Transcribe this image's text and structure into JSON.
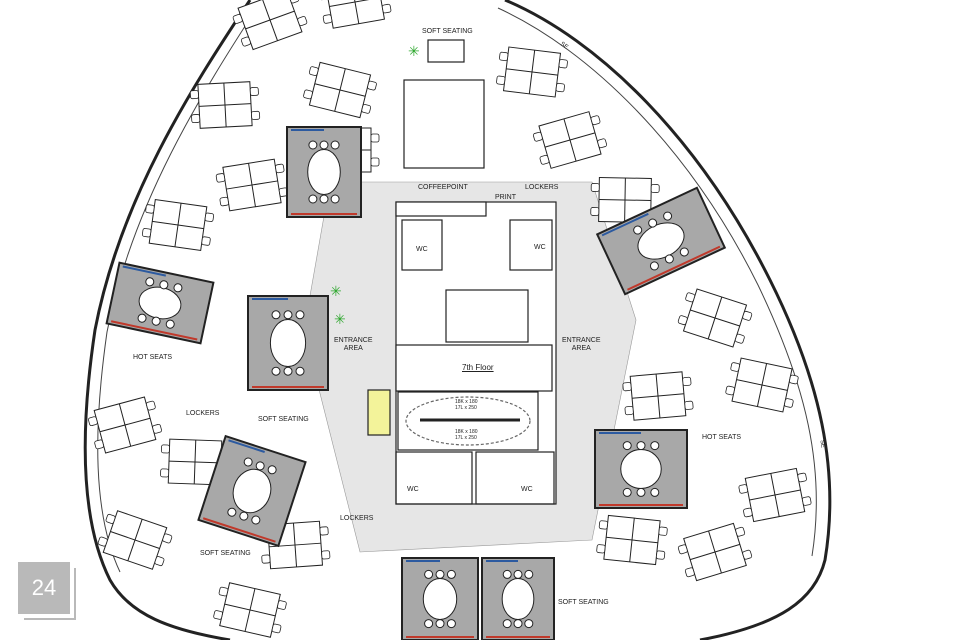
{
  "plan": {
    "floor_label": "7th Floor",
    "page_number": "24",
    "labels": {
      "soft_seating_top": "SOFT SEATING",
      "coffeepoint": "COFFEEPOINT",
      "print": "PRINT",
      "lockers_top_right": "LOCKERS",
      "wc_top_left": "WC",
      "wc_top_right": "WC",
      "entrance_left": "ENTRANCE\nAREA",
      "entrance_right": "ENTRANCE\nAREA",
      "hot_seats_left": "HOT SEATS",
      "hot_seats_right": "HOT SEATS",
      "lockers_left": "LOCKERS",
      "soft_seating_left": "SOFT SEATING",
      "wc_bottom_left": "WC",
      "wc_bottom_right": "WC",
      "lockers_bottom": "LOCKERS",
      "soft_seating_bottom_left": "SOFT SEATING",
      "soft_seating_bottom_right": "SOFT SEATING",
      "lift_dim_1": "18K x 180",
      "lift_dim_2": "17L x 250",
      "lift_dim_3": "18K x 180",
      "lift_dim_4": "17L x 250",
      "se_marker": "SE"
    },
    "colors": {
      "meeting_room": "#a8a8a8",
      "circulation": "#e6e6e6",
      "wall": "#222222",
      "accent_red": "#c0392b",
      "accent_blue": "#2c5aa0",
      "plant": "#2fa82f",
      "badge": "#b9b9b9"
    }
  }
}
